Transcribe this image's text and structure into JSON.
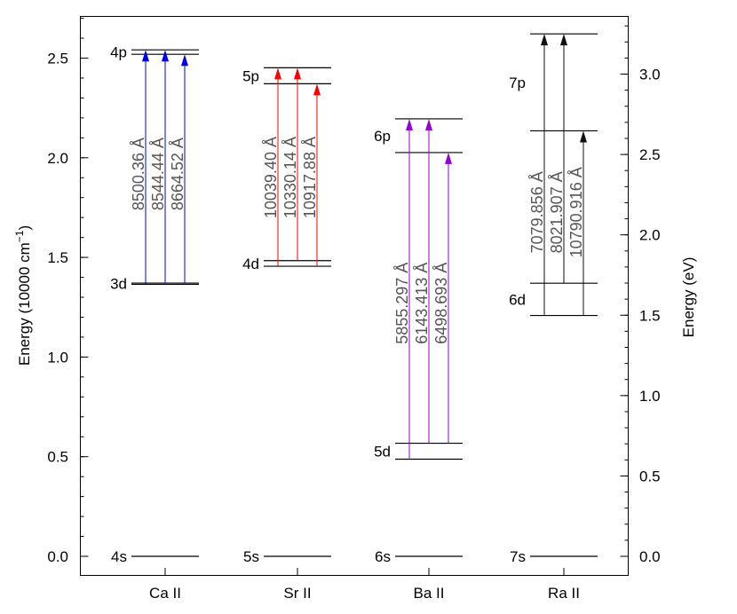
{
  "chart_data": {
    "type": "energy-level-diagram",
    "left_axis": {
      "label": "Energy (10000 cm",
      "label_sup": "−1",
      "label_close": ")",
      "range": [
        -0.07,
        2.72
      ],
      "ticks": [
        0.0,
        0.5,
        1.0,
        1.5,
        2.0,
        2.5
      ],
      "tick_labels": [
        "0.0",
        "0.5",
        "1.0",
        "1.5",
        "2.0",
        "2.5"
      ],
      "minor_step": 0.1
    },
    "right_axis": {
      "label": "Energy (eV)",
      "ticks": [
        0.0,
        0.5,
        1.0,
        1.5,
        2.0,
        2.5,
        3.0
      ],
      "tick_labels": [
        "0.0",
        "0.5",
        "1.0",
        "1.5",
        "2.0",
        "2.5",
        "3.0"
      ],
      "minor_step": 0.1,
      "ev_per_10000_cm": 1.2398
    },
    "species": [
      {
        "name": "Ca II",
        "color": "#0000ee",
        "levels": [
          {
            "label": "4s",
            "energies": [
              0.0
            ]
          },
          {
            "label": "3d",
            "energies": [
              1.365,
              1.3711
            ]
          },
          {
            "label": "4p",
            "energies": [
              2.5191,
              2.5414
            ]
          }
        ],
        "transitions": [
          {
            "wavelength": "8500.36 Å",
            "lower": 1.365,
            "upper": 2.5414
          },
          {
            "wavelength": "8544.44 Å",
            "lower": 1.3711,
            "upper": 2.5414
          },
          {
            "wavelength": "8664.52 Å",
            "lower": 1.3711,
            "upper": 2.5191
          }
        ]
      },
      {
        "name": "Sr II",
        "color": "#ff0000",
        "levels": [
          {
            "label": "5s",
            "energies": [
              0.0
            ]
          },
          {
            "label": "4d",
            "energies": [
              1.4556,
              1.4836
            ]
          },
          {
            "label": "5p",
            "energies": [
              2.3715,
              2.4517
            ]
          }
        ],
        "transitions": [
          {
            "wavelength": "10039.40 Å",
            "lower": 1.4556,
            "upper": 2.4517
          },
          {
            "wavelength": "10330.14 Å",
            "lower": 1.4836,
            "upper": 2.4517
          },
          {
            "wavelength": "10917.88 Å",
            "lower": 1.4556,
            "upper": 2.3715
          }
        ]
      },
      {
        "name": "Ba II",
        "color": "#9400d3",
        "levels": [
          {
            "label": "6s",
            "energies": [
              0.0
            ]
          },
          {
            "label": "5d",
            "energies": [
              0.4874,
              0.5675
            ]
          },
          {
            "label": "6p",
            "energies": [
              2.0262,
              2.1952
            ]
          }
        ],
        "transitions": [
          {
            "wavelength": "5855.297 Å",
            "lower": 0.4874,
            "upper": 2.1952
          },
          {
            "wavelength": "6143.413 Å",
            "lower": 0.5675,
            "upper": 2.1952
          },
          {
            "wavelength": "6498.693 Å",
            "lower": 0.5675,
            "upper": 2.0262
          }
        ]
      },
      {
        "name": "Ra II",
        "color": "#111111",
        "levels": [
          {
            "label": "7s",
            "energies": [
              0.0
            ]
          },
          {
            "label": "6d",
            "energies": [
              1.2085,
              1.3705
            ]
          },
          {
            "label": "7p",
            "energies": [
              2.1351,
              2.6217
            ]
          }
        ],
        "transitions": [
          {
            "wavelength": "7079.856 Å",
            "lower": 1.2085,
            "upper": 2.6217
          },
          {
            "wavelength": "8021.907 Å",
            "lower": 1.3705,
            "upper": 2.6217
          },
          {
            "wavelength": "10790.916 Å",
            "lower": 1.2085,
            "upper": 2.1351
          }
        ]
      }
    ]
  }
}
